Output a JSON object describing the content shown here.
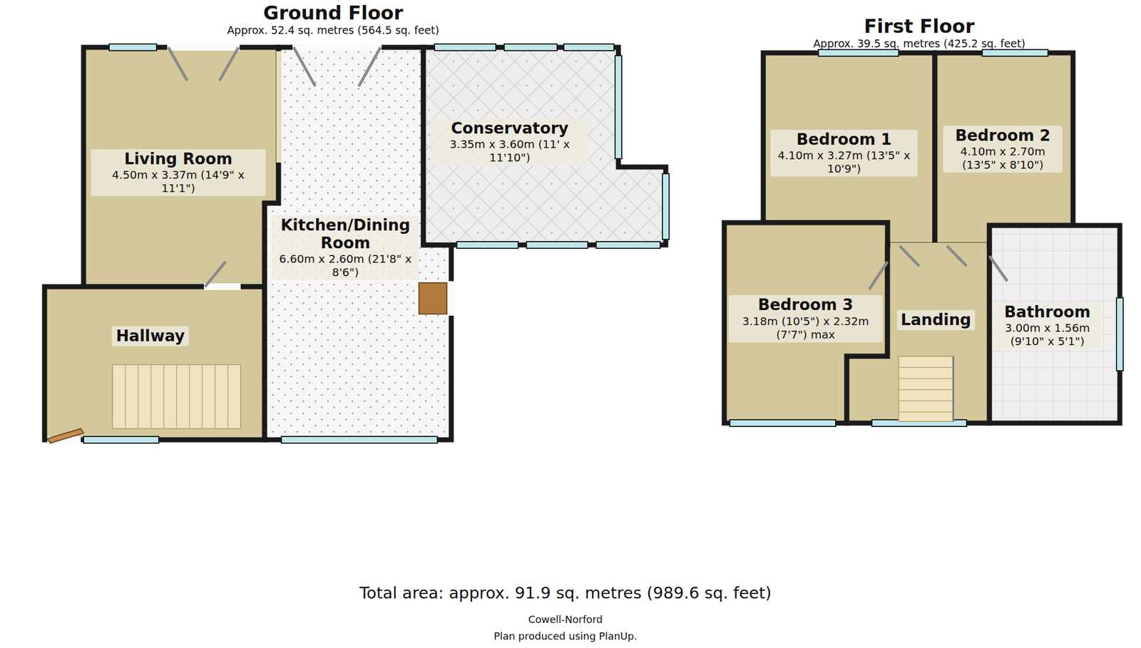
{
  "diagram": {
    "caption": "Total area: approx. 91.9 sq. metres (989.6 sq. feet)",
    "nodes": [
      {
        "text": [
          "Ground Floor",
          "Approx. 52.4 sq. metres (564.5 sq. feet)"
        ]
      },
      {
        "text": [
          "Living Room",
          "4.50m x 3.37m (14'9\" x 11'1\")"
        ],
        "in": 0
      },
      {
        "text": [
          "Conservatory",
          "3.35m x 3.60m (11' x 11'10\")"
        ],
        "in": 0
      },
      {
        "text": [
          "Kitchen/Dining Room",
          "6.60m x 2.60m (21'8\" x 8'6\")"
        ],
        "in": 0
      },
      {
        "text": [
          "Hallway"
        ],
        "in": 0
      },
      {
        "text": [
          "First Floor",
          "Approx. 39.5 sq. metres (425.2 sq. feet)"
        ]
      },
      {
        "text": [
          "Bedroom 1",
          "4.10m x 3.27m (13'5\" x 10'9\")"
        ],
        "in": 5
      },
      {
        "text": [
          "Bedroom 2",
          "4.10m x 2.70m (13'5\" x 8'10\")"
        ],
        "in": 5
      },
      {
        "text": [
          "Bedroom 3",
          "3.18m (10'5\") x 2.32m (7'7\") max"
        ],
        "in": 5
      },
      {
        "text": [
          "Landing"
        ],
        "in": 5
      },
      {
        "text": [
          "Bathroom",
          "3.00m x 1.56m (9'10\" x 5'1\")"
        ],
        "in": 5
      }
    ],
    "labels": [
      "Cowell-Norford",
      "Plan produced using PlanUp."
    ]
  }
}
